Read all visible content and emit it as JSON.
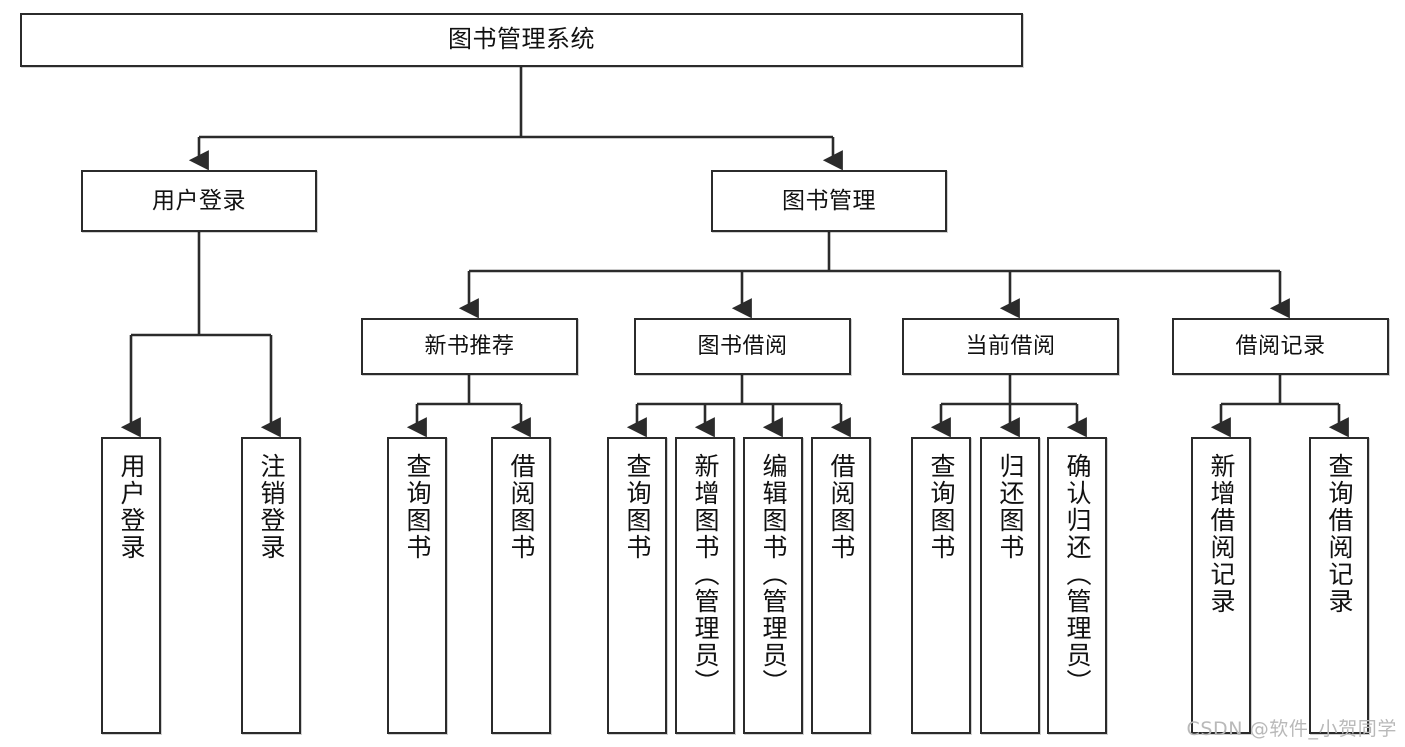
{
  "diagram": {
    "title": "图书管理系统",
    "type": "tree",
    "watermark": "CSDN @软件_小贺同学",
    "colors": {
      "box_border": "#2b2b2b",
      "box_fill": "#ffffff",
      "line": "#2b2b2b",
      "text": "#111111",
      "watermark": "#b9b9b9"
    },
    "root": {
      "label": "图书管理系统"
    },
    "level2": [
      {
        "label": "用户登录"
      },
      {
        "label": "图书管理"
      }
    ],
    "level3": [
      {
        "label": "新书推荐"
      },
      {
        "label": "图书借阅"
      },
      {
        "label": "当前借阅"
      },
      {
        "label": "借阅记录"
      }
    ],
    "leaves": {
      "user_login": [
        {
          "label": "用户登录"
        },
        {
          "label": "注销登录"
        }
      ],
      "new_book": [
        {
          "label": "查询图书"
        },
        {
          "label": "借阅图书"
        }
      ],
      "book_borrow": [
        {
          "label": "查询图书"
        },
        {
          "label": "新增图书（管理员）"
        },
        {
          "label": "编辑图书（管理员）"
        },
        {
          "label": "借阅图书"
        }
      ],
      "current_borrow": [
        {
          "label": "查询图书"
        },
        {
          "label": "归还图书"
        },
        {
          "label": "确认归还（管理员）"
        }
      ],
      "borrow_record": [
        {
          "label": "新增借阅记录"
        },
        {
          "label": "查询借阅记录"
        }
      ]
    }
  }
}
